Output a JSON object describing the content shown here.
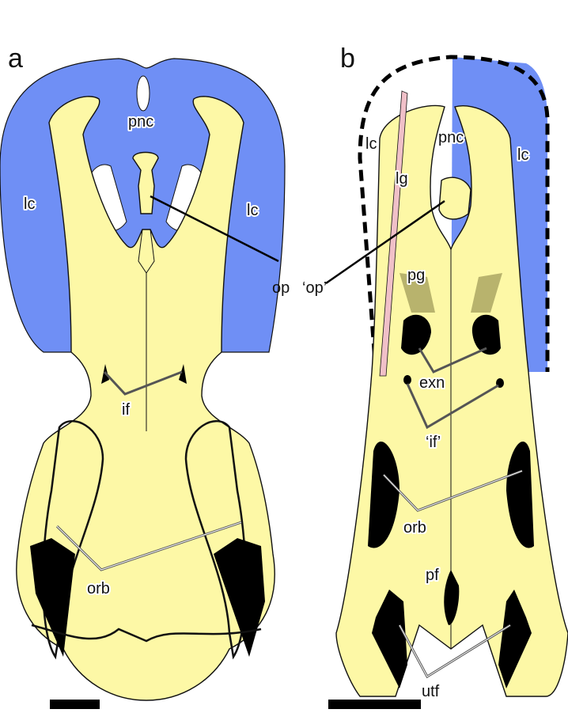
{
  "panels": {
    "a": "a",
    "b": "b"
  },
  "colors": {
    "bone": "#fdf8a6",
    "cartilage_blue": "#6f8ff5",
    "lg_pink": "#f0c0c8",
    "pg_olive": "#9a9555",
    "fenestra": "#000000"
  },
  "labels_a": {
    "pnc": "pnc",
    "lc_left": "lc",
    "lc_right": "lc",
    "op": "op",
    "if": "if",
    "orb": "orb"
  },
  "labels_b": {
    "op": "‘op’",
    "lc_left": "lc",
    "pnc": "pnc",
    "lc_right": "lc",
    "lg": "lg",
    "pg": "pg",
    "exn": "exn",
    "if": "‘if’",
    "orb": "orb",
    "pf": "pf",
    "utf": "utf"
  }
}
